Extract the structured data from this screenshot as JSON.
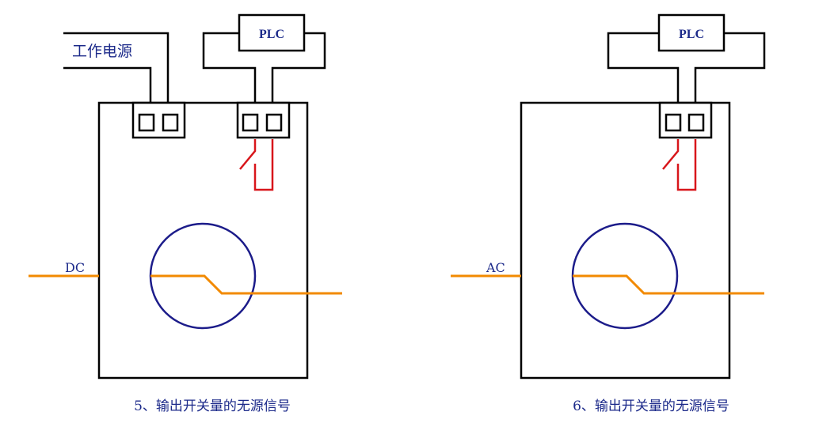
{
  "diagrams": [
    {
      "power_label": "工作电源",
      "plc_label": "PLC",
      "current_label": "DC",
      "caption": "5、输出开关量的无源信号"
    },
    {
      "plc_label": "PLC",
      "current_label": "AC",
      "caption": "6、输出开关量的无源信号"
    }
  ],
  "colors": {
    "wire": "#000000",
    "switch": "#d8161b",
    "conductor": "#f28a00",
    "sensor_core": "#1c1c8a",
    "text": "#1c2a8a"
  }
}
